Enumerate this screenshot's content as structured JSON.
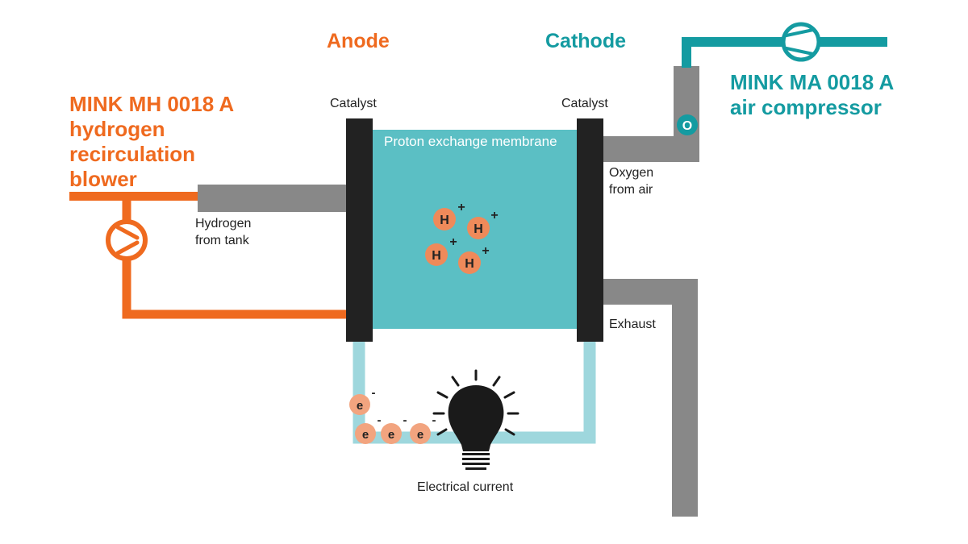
{
  "labels": {
    "anode": "Anode",
    "cathode": "Cathode",
    "catalyst_left": "Catalyst",
    "catalyst_right": "Catalyst",
    "pem": "Proton exchange membrane",
    "hydrogen_blower": "MINK MH 0018 A\nhydrogen\nrecirculation\nblower",
    "air_compressor": "MINK MA 0018 A\nair compressor",
    "hydrogen_from_tank": "Hydrogen\nfrom tank",
    "oxygen_from_air": "Oxygen\nfrom air",
    "exhaust": "Exhaust",
    "electrical_current": "Electrical current"
  },
  "particles": {
    "proton_symbol": "H",
    "proton_charge": "+",
    "electron_symbol": "e",
    "electron_charge": "-",
    "oxygen_symbol": "O"
  },
  "colors": {
    "orange": "#ef6a1f",
    "teal": "#149ba1",
    "membrane": "#5bbfc4",
    "wire": "#9ed7dd",
    "pipe_gray": "#888888",
    "catalyst": "#222222",
    "particle": "#ef8a5a",
    "electron": "#f2a47f"
  },
  "icons": [
    "blower-icon",
    "compressor-icon",
    "light-bulb-icon"
  ]
}
